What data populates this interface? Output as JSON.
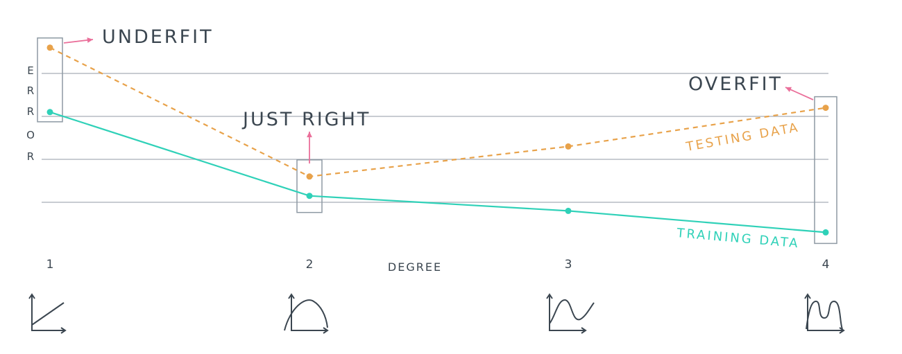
{
  "chart_data": {
    "type": "line",
    "x": [
      1,
      2,
      3,
      4
    ],
    "categories": [
      "1",
      "2",
      "3",
      "4"
    ],
    "xlabel": "DEGREE",
    "ylabel": "ERROR",
    "ylabel_letters": [
      "E",
      "R",
      "R",
      "O",
      "R"
    ],
    "ylim": [
      0,
      5
    ],
    "grid": true,
    "series": [
      {
        "name": "TESTING DATA",
        "values": [
          4.6,
          1.6,
          2.3,
          3.2
        ],
        "color": "#e8a24a",
        "style": "dashed"
      },
      {
        "name": "TRAINING DATA",
        "values": [
          3.1,
          1.15,
          0.8,
          0.3
        ],
        "color": "#2fd1b8",
        "style": "solid"
      }
    ],
    "annotations": [
      {
        "text": "UNDERFIT",
        "x": 1
      },
      {
        "text": "JUST RIGHT",
        "x": 2
      },
      {
        "text": "OVERFIT",
        "x": 4
      }
    ],
    "degree_icons": [
      "linear-fit-icon",
      "quadratic-fit-icon",
      "cubic-fit-icon",
      "quartic-fit-icon"
    ],
    "colors": {
      "text": "#3b4650",
      "grid": "#b5bcc4",
      "box": "#8d99a3",
      "arrow": "#ea6f9a"
    }
  }
}
